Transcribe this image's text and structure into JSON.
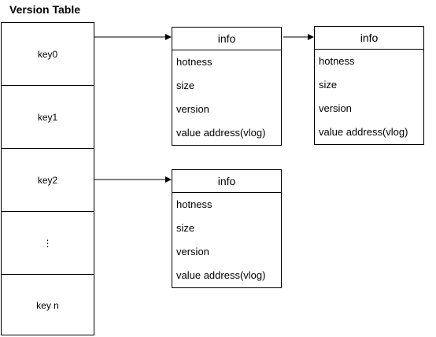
{
  "title": "Version Table",
  "table_rows": [
    "key0",
    "key1",
    "key2",
    "⋮",
    "key n"
  ],
  "cards": [
    {
      "header": "info",
      "fields": [
        "hotness",
        "size",
        "version",
        "value address(vlog)"
      ]
    },
    {
      "header": "info",
      "fields": [
        "hotness",
        "size",
        "version",
        "value address(vlog)"
      ]
    },
    {
      "header": "info",
      "fields": [
        "hotness",
        "size",
        "version",
        "value address(vlog)"
      ]
    }
  ],
  "edges": [
    {
      "from": "key0",
      "to": "card-0"
    },
    {
      "from": "card-0",
      "to": "card-1"
    },
    {
      "from": "key2",
      "to": "card-2"
    }
  ]
}
